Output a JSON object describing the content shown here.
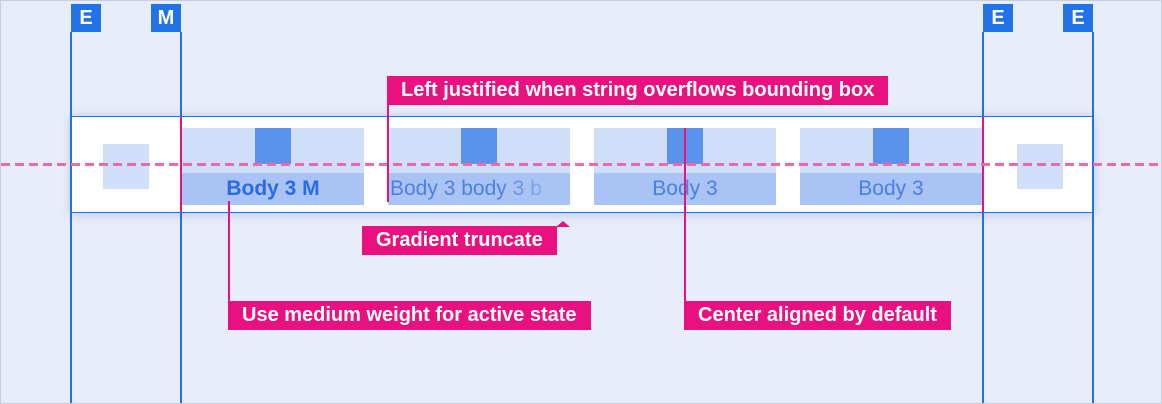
{
  "markers": [
    {
      "label": "E"
    },
    {
      "label": "M"
    },
    {
      "label": "E"
    },
    {
      "label": "E"
    }
  ],
  "tabbar": {
    "tabs": [
      {
        "label": "Body 3 M",
        "state": "active",
        "align": "center"
      },
      {
        "label": "Body 3 body 3 b",
        "state": "default",
        "align": "left",
        "truncated": true
      },
      {
        "label": "Body 3",
        "state": "default",
        "align": "center"
      },
      {
        "label": "Body 3",
        "state": "default",
        "align": "center"
      }
    ]
  },
  "annotations": {
    "left_justified": "Left justified when string overflows bounding box",
    "gradient_truncate": "Gradient truncate",
    "medium_weight": "Use medium weight for active state",
    "center_aligned": "Center aligned by default"
  },
  "colors": {
    "background": "#e8edf9",
    "guide_blue": "#2173e8",
    "annotation_magenta": "#e9107f",
    "dashed_centerline_pink": "#ed69ae",
    "icon_band_blue": "#cfdef9",
    "text_band_blue": "#a9c3f4",
    "icon_square_blue": "#5b92ec",
    "active_text_blue": "#2b6be2",
    "inactive_text_blue": "#4b80e0",
    "tabbar_background": "#ffffff"
  }
}
